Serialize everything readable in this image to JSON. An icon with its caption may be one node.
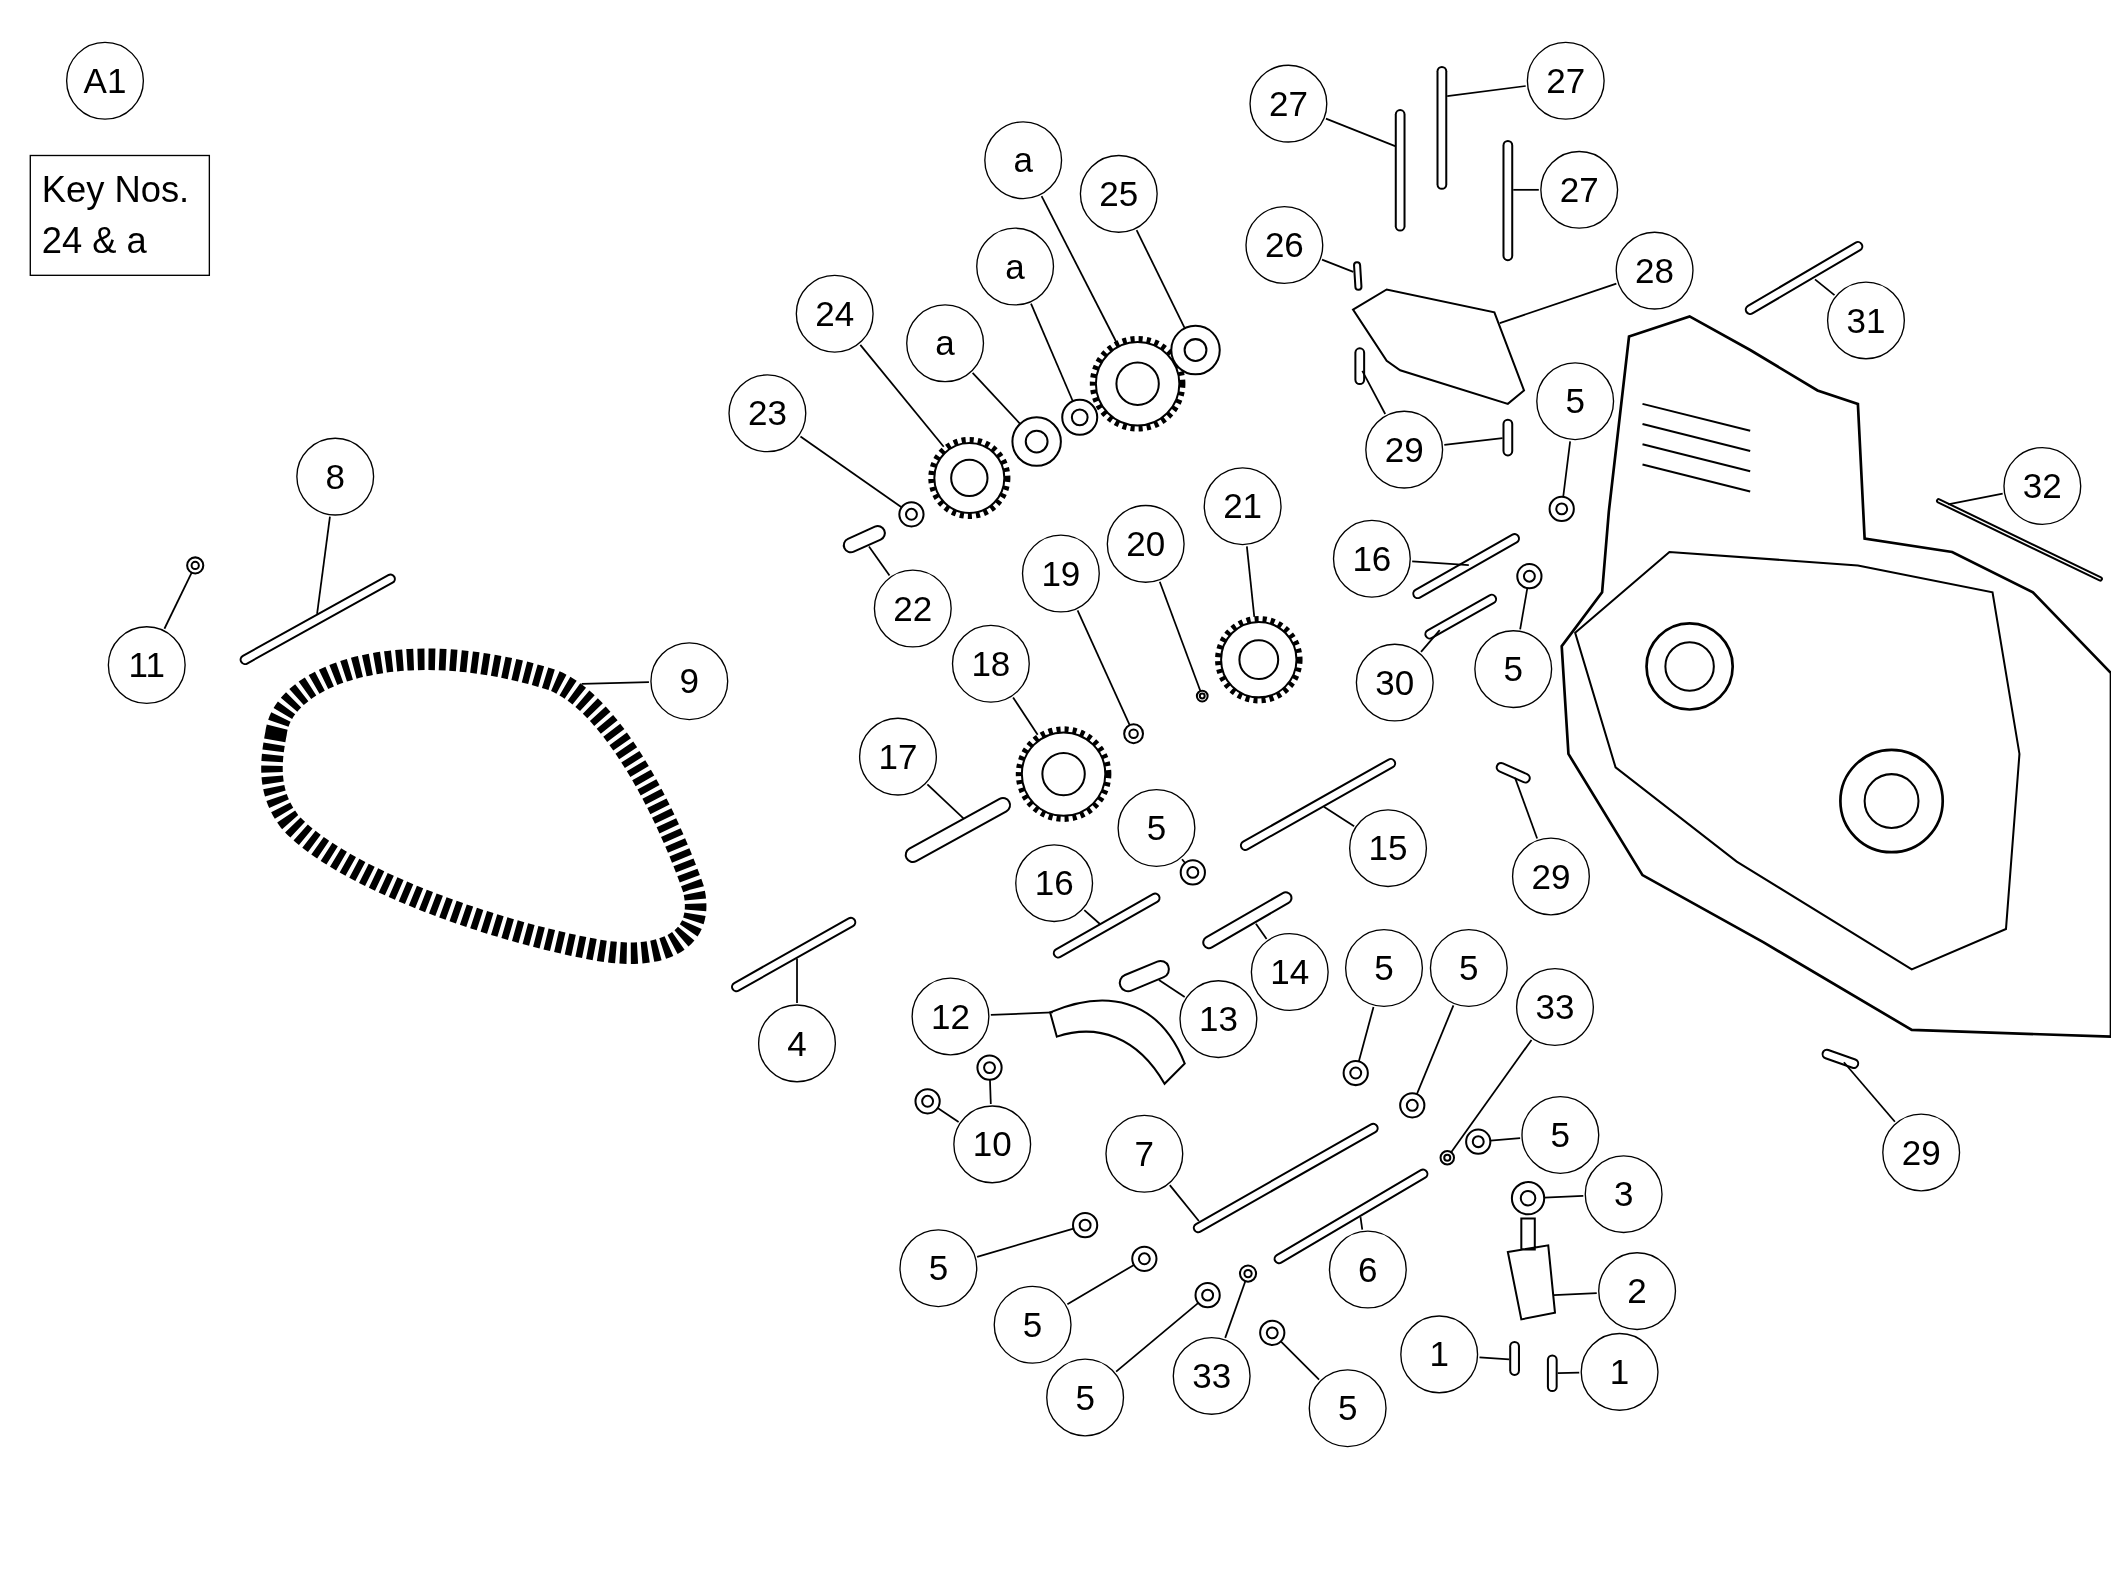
{
  "diagram": {
    "nodes": [
      {
        "text": [
          "A1"
        ]
      },
      {
        "text": [
          "Key Nos. 24 & a"
        ]
      },
      {
        "text": [
          "27"
        ]
      },
      {
        "text": [
          "27"
        ]
      },
      {
        "text": [
          "a"
        ]
      },
      {
        "text": [
          "25"
        ]
      },
      {
        "text": [
          "27"
        ]
      },
      {
        "text": [
          "a"
        ]
      },
      {
        "text": [
          "26"
        ]
      },
      {
        "text": [
          "28"
        ]
      },
      {
        "text": [
          "24"
        ]
      },
      {
        "text": [
          "31"
        ]
      },
      {
        "text": [
          "a"
        ]
      },
      {
        "text": [
          "5"
        ]
      },
      {
        "text": [
          "23"
        ]
      },
      {
        "text": [
          "29"
        ]
      },
      {
        "text": [
          "8"
        ]
      },
      {
        "text": [
          "32"
        ]
      },
      {
        "text": [
          "21"
        ]
      },
      {
        "text": [
          "20"
        ]
      },
      {
        "text": [
          "16"
        ]
      },
      {
        "text": [
          "19"
        ]
      },
      {
        "text": [
          "22"
        ]
      },
      {
        "text": [
          "18"
        ]
      },
      {
        "text": [
          "11"
        ]
      },
      {
        "text": [
          "5"
        ]
      },
      {
        "text": [
          "9"
        ]
      },
      {
        "text": [
          "30"
        ]
      },
      {
        "text": [
          "17"
        ]
      },
      {
        "text": [
          "5"
        ]
      },
      {
        "text": [
          "15"
        ]
      },
      {
        "text": [
          "29"
        ]
      },
      {
        "text": [
          "16"
        ]
      },
      {
        "text": [
          "5"
        ]
      },
      {
        "text": [
          "5"
        ]
      },
      {
        "text": [
          "14"
        ]
      },
      {
        "text": [
          "33"
        ]
      },
      {
        "text": [
          "12"
        ]
      },
      {
        "text": [
          "13"
        ]
      },
      {
        "text": [
          "4"
        ]
      },
      {
        "text": [
          "5"
        ]
      },
      {
        "text": [
          "10"
        ]
      },
      {
        "text": [
          "29"
        ]
      },
      {
        "text": [
          "7"
        ]
      },
      {
        "text": [
          "3"
        ]
      },
      {
        "text": [
          "5"
        ]
      },
      {
        "text": [
          "6"
        ]
      },
      {
        "text": [
          "2"
        ]
      },
      {
        "text": [
          "5"
        ]
      },
      {
        "text": [
          "1"
        ]
      },
      {
        "text": [
          "1"
        ]
      },
      {
        "text": [
          "33"
        ]
      },
      {
        "text": [
          "5"
        ]
      },
      {
        "text": [
          "5"
        ]
      },
      {
        "text": [],
        "shape": "picture"
      },
      {
        "text": [],
        "shape": "picture"
      },
      {
        "text": [],
        "shape": "picture"
      },
      {
        "text": [],
        "shape": "picture"
      },
      {
        "text": [],
        "shape": "picture"
      },
      {
        "text": [],
        "shape": "picture"
      },
      {
        "text": [],
        "shape": "picture"
      },
      {
        "text": [],
        "shape": "picture"
      },
      {
        "text": [],
        "shape": "picture"
      },
      {
        "text": [],
        "shape": "picture"
      },
      {
        "text": [],
        "shape": "picture"
      },
      {
        "text": [],
        "shape": "picture"
      },
      {
        "text": [],
        "shape": "picture"
      },
      {
        "text": [],
        "shape": "picture"
      },
      {
        "text": [],
        "shape": "picture"
      },
      {
        "text": [],
        "shape": "picture"
      },
      {
        "text": [],
        "shape": "picture"
      },
      {
        "text": [],
        "shape": "picture"
      },
      {
        "text": [],
        "shape": "picture"
      },
      {
        "text": [],
        "shape": "picture"
      },
      {
        "text": [],
        "shape": "picture"
      },
      {
        "text": [],
        "shape": "picture"
      },
      {
        "text": [],
        "shape": "picture"
      },
      {
        "text": [],
        "shape": "picture"
      },
      {
        "text": [],
        "shape": "picture"
      },
      {
        "text": [],
        "shape": "picture"
      },
      {
        "text": [],
        "shape": "picture"
      },
      {
        "text": [],
        "shape": "picture"
      },
      {
        "text": [],
        "shape": "picture"
      },
      {
        "text": [],
        "shape": "picture"
      },
      {
        "text": [],
        "shape": "picture"
      },
      {
        "text": [],
        "shape": "picture"
      },
      {
        "text": [],
        "shape": "picture"
      },
      {
        "text": [],
        "shape": "picture"
      },
      {
        "text": [],
        "shape": "picture"
      },
      {
        "text": [],
        "shape": "picture"
      },
      {
        "text": [],
        "shape": "picture"
      },
      {
        "text": [],
        "shape": "picture"
      },
      {
        "text": [],
        "shape": "picture"
      },
      {
        "text": [],
        "shape": "picture"
      },
      {
        "text": [],
        "shape": "picture"
      },
      {
        "text": [],
        "shape": "picture"
      },
      {
        "text": [],
        "shape": "picture"
      },
      {
        "text": [],
        "shape": "picture"
      },
      {
        "text": [],
        "shape": "picture"
      },
      {
        "text": [],
        "shape": "picture"
      },
      {
        "text": [],
        "shape": "picture"
      },
      {
        "text": [],
        "shape": "picture"
      },
      {
        "text": [],
        "shape": "picture"
      },
      {
        "text": [],
        "shape": "picture"
      },
      {
        "text": [],
        "shape": "picture"
      },
      {
        "text": [],
        "shape": "picture"
      },
      {
        "text": [],
        "shape": "picture"
      },
      {
        "text": [],
        "shape": "picture"
      }
    ],
    "edges": [
      {
        "from": 2,
        "to": 54,
        "arrow": "none"
      },
      {
        "from": 3,
        "to": 55,
        "arrow": "none"
      },
      {
        "from": 4,
        "to": 56,
        "arrow": "none"
      },
      {
        "from": 5,
        "to": 57,
        "arrow": "none"
      },
      {
        "from": 6,
        "to": 58,
        "arrow": "none"
      },
      {
        "from": 7,
        "to": 59,
        "arrow": "none"
      },
      {
        "from": 8,
        "to": 60,
        "arrow": "none"
      },
      {
        "from": 9,
        "to": 61,
        "arrow": "none"
      },
      {
        "from": 10,
        "to": 62,
        "arrow": "none"
      },
      {
        "from": 11,
        "to": 63,
        "arrow": "none"
      },
      {
        "from": 12,
        "to": 64,
        "arrow": "none"
      },
      {
        "from": 13,
        "to": 65,
        "arrow": "none"
      },
      {
        "from": 14,
        "to": 66,
        "arrow": "none"
      },
      {
        "from": 15,
        "to": 67,
        "arrow": "none"
      },
      {
        "from": 15,
        "to": 68,
        "arrow": "none"
      },
      {
        "from": 16,
        "to": 69,
        "arrow": "none"
      },
      {
        "from": 17,
        "to": 70,
        "arrow": "none"
      },
      {
        "from": 18,
        "to": 71,
        "arrow": "none"
      },
      {
        "from": 19,
        "to": 72,
        "arrow": "none"
      },
      {
        "from": 20,
        "to": 73,
        "arrow": "none"
      },
      {
        "from": 21,
        "to": 74,
        "arrow": "none"
      },
      {
        "from": 22,
        "to": 75,
        "arrow": "none"
      },
      {
        "from": 23,
        "to": 76,
        "arrow": "none"
      },
      {
        "from": 24,
        "to": 77,
        "arrow": "none"
      },
      {
        "from": 25,
        "to": 78,
        "arrow": "none"
      },
      {
        "from": 26,
        "to": 79,
        "arrow": "none"
      },
      {
        "from": 27,
        "to": 80,
        "arrow": "none"
      },
      {
        "from": 28,
        "to": 81,
        "arrow": "none"
      },
      {
        "from": 29,
        "to": 82,
        "arrow": "none"
      },
      {
        "from": 30,
        "to": 83,
        "arrow": "none"
      },
      {
        "from": 31,
        "to": 84,
        "arrow": "none"
      },
      {
        "from": 32,
        "to": 85,
        "arrow": "none"
      },
      {
        "from": 33,
        "to": 86,
        "arrow": "none"
      },
      {
        "from": 34,
        "to": 87,
        "arrow": "none"
      },
      {
        "from": 35,
        "to": 88,
        "arrow": "none"
      },
      {
        "from": 36,
        "to": 89,
        "arrow": "none"
      },
      {
        "from": 37,
        "to": 90,
        "arrow": "none"
      },
      {
        "from": 38,
        "to": 91,
        "arrow": "none"
      },
      {
        "from": 39,
        "to": 92,
        "arrow": "none"
      },
      {
        "from": 40,
        "to": 93,
        "arrow": "none"
      },
      {
        "from": 41,
        "to": 94,
        "arrow": "none"
      },
      {
        "from": 41,
        "to": 95,
        "arrow": "none"
      },
      {
        "from": 42,
        "to": 96,
        "arrow": "none"
      },
      {
        "from": 43,
        "to": 97,
        "arrow": "none"
      },
      {
        "from": 44,
        "to": 98,
        "arrow": "none"
      },
      {
        "from": 45,
        "to": 99,
        "arrow": "none"
      },
      {
        "from": 46,
        "to": 100,
        "arrow": "none"
      },
      {
        "from": 47,
        "to": 101,
        "arrow": "none"
      },
      {
        "from": 48,
        "to": 102,
        "arrow": "none"
      },
      {
        "from": 49,
        "to": 103,
        "arrow": "none"
      },
      {
        "from": 50,
        "to": 104,
        "arrow": "none"
      },
      {
        "from": 51,
        "to": 105,
        "arrow": "none"
      },
      {
        "from": 52,
        "to": 106,
        "arrow": "none"
      },
      {
        "from": 53,
        "to": 107,
        "arrow": "none"
      }
    ]
  }
}
